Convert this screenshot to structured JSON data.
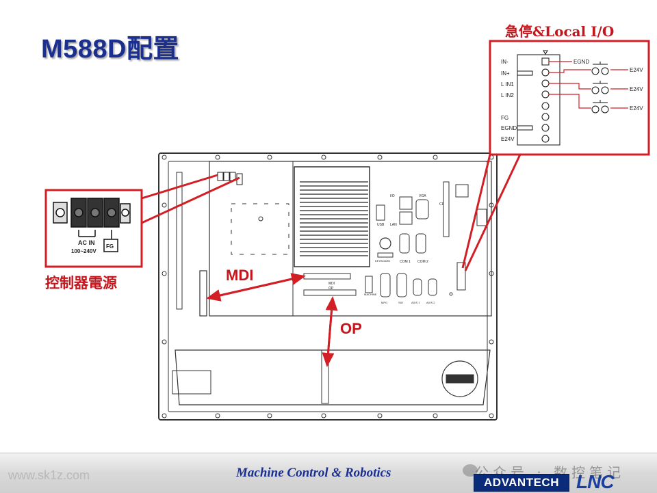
{
  "title": "M588D配置",
  "estop_panel": {
    "title": "急停&Local I/O",
    "left_pins": [
      "IN-",
      "IN+",
      "L  IN1",
      "L  IN2",
      "FG",
      "EGND",
      "E24V"
    ],
    "right_labels": [
      "EGND",
      "E24V",
      "E24V",
      "E24V"
    ]
  },
  "power_panel": {
    "title": "控制器電源",
    "ac_label": "AC IN",
    "range_label": "100~240V",
    "fg_label": "FG"
  },
  "arrows": {
    "mdi": "MDI",
    "op": "OP"
  },
  "device_labels": {
    "usb": "USB",
    "lan": "LAN",
    "io": "I/O",
    "vga": "VGA",
    "keyboard": "KEYBOARD",
    "com1": "COM 1",
    "com2": "COM 2",
    "cf": "CF",
    "mdi_slot": "MDI",
    "op_slot": "OP",
    "machine": "MACHINE",
    "mpg": "MPG",
    "sio": "SIO",
    "axis1": "AXIS 1",
    "axis2": "AXIS 2"
  },
  "footer": {
    "url": "www.sk1z.com",
    "tagline": "Machine Control & Robotics",
    "watermark": "公众号 · 数控笔记",
    "advantech": "ADVANTECH",
    "lnc": "LNC"
  },
  "colors": {
    "title": "#1b2f8e",
    "accent_red": "#c4161c",
    "frame_red": "#d21f26",
    "advantech_blue": "#0a2a7a"
  }
}
